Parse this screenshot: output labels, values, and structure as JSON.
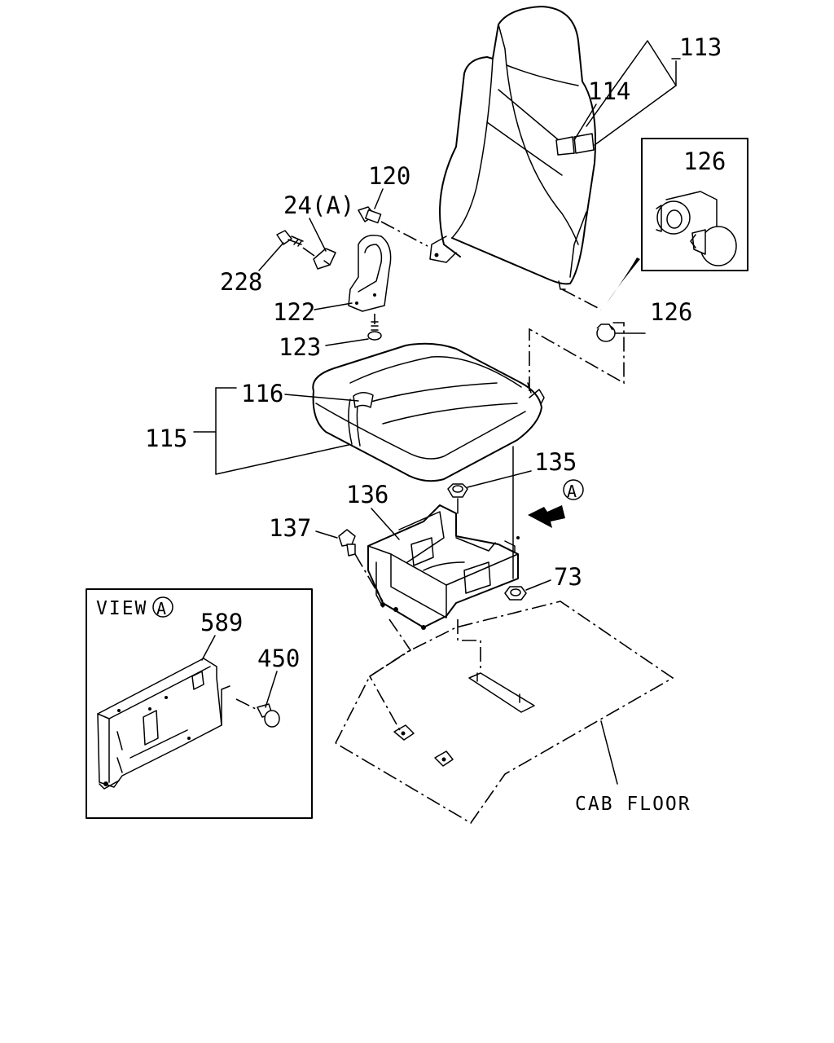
{
  "labels": {
    "p113": "113",
    "p114": "114",
    "p126_box": "126",
    "p126": "126",
    "p120": "120",
    "p24a": "24(A)",
    "p228": "228",
    "p122": "122",
    "p123": "123",
    "p116": "116",
    "p115": "115",
    "p135": "135",
    "p136": "136",
    "p137": "137",
    "p73": "73",
    "view_a": "VIEW",
    "view_a_mark": "A",
    "arrow_mark": "A",
    "p589": "589",
    "p450": "450",
    "cab_floor": "CAB FLOOR"
  }
}
